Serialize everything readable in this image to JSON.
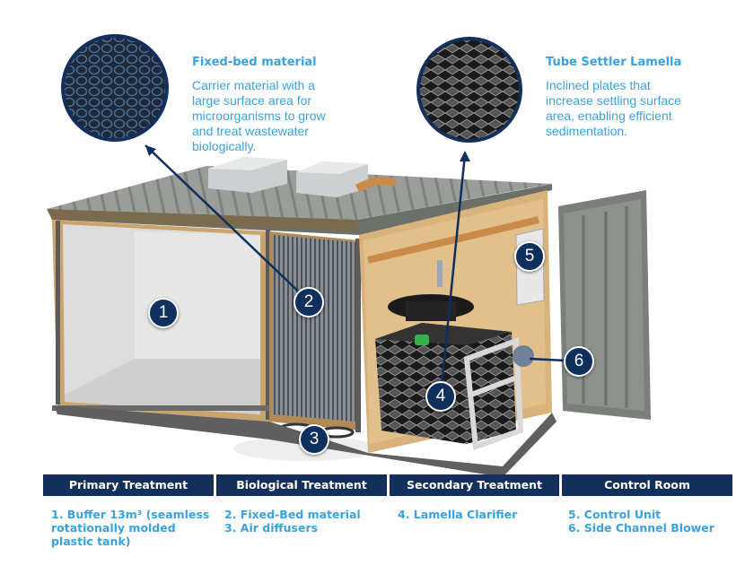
{
  "callouts": {
    "fixed_bed": {
      "title": "Fixed-bed material",
      "lines": [
        "Carrier material with a",
        "large surface area for",
        "microorganisms to grow",
        "and treat wastewater",
        "biologically."
      ]
    },
    "tube_settler": {
      "title": "Tube Settler Lamella",
      "lines": [
        "Inclined plates that",
        "increase settling surface",
        "area, enabling efficient",
        "sedimentation."
      ]
    }
  },
  "markers": [
    "1",
    "2",
    "3",
    "4",
    "5",
    "6"
  ],
  "sections": [
    {
      "title": "Primary Treatment",
      "notes": [
        "1. Buffer 13m³ (seamless",
        "rotationally molded",
        "plastic tank)"
      ]
    },
    {
      "title": "Biological Treatment",
      "notes": [
        "2. Fixed-Bed material",
        "3. Air diffusers"
      ]
    },
    {
      "title": "Secondary Treatment",
      "notes": [
        "4. Lamella Clarifier"
      ]
    },
    {
      "title": "Control Room",
      "notes": [
        "5. Control Unit",
        "6. Side Channel Blower"
      ]
    }
  ],
  "colors": {
    "navy": "#13305d",
    "accent": "#3aa2dc",
    "marker": "#0f2f5c"
  }
}
